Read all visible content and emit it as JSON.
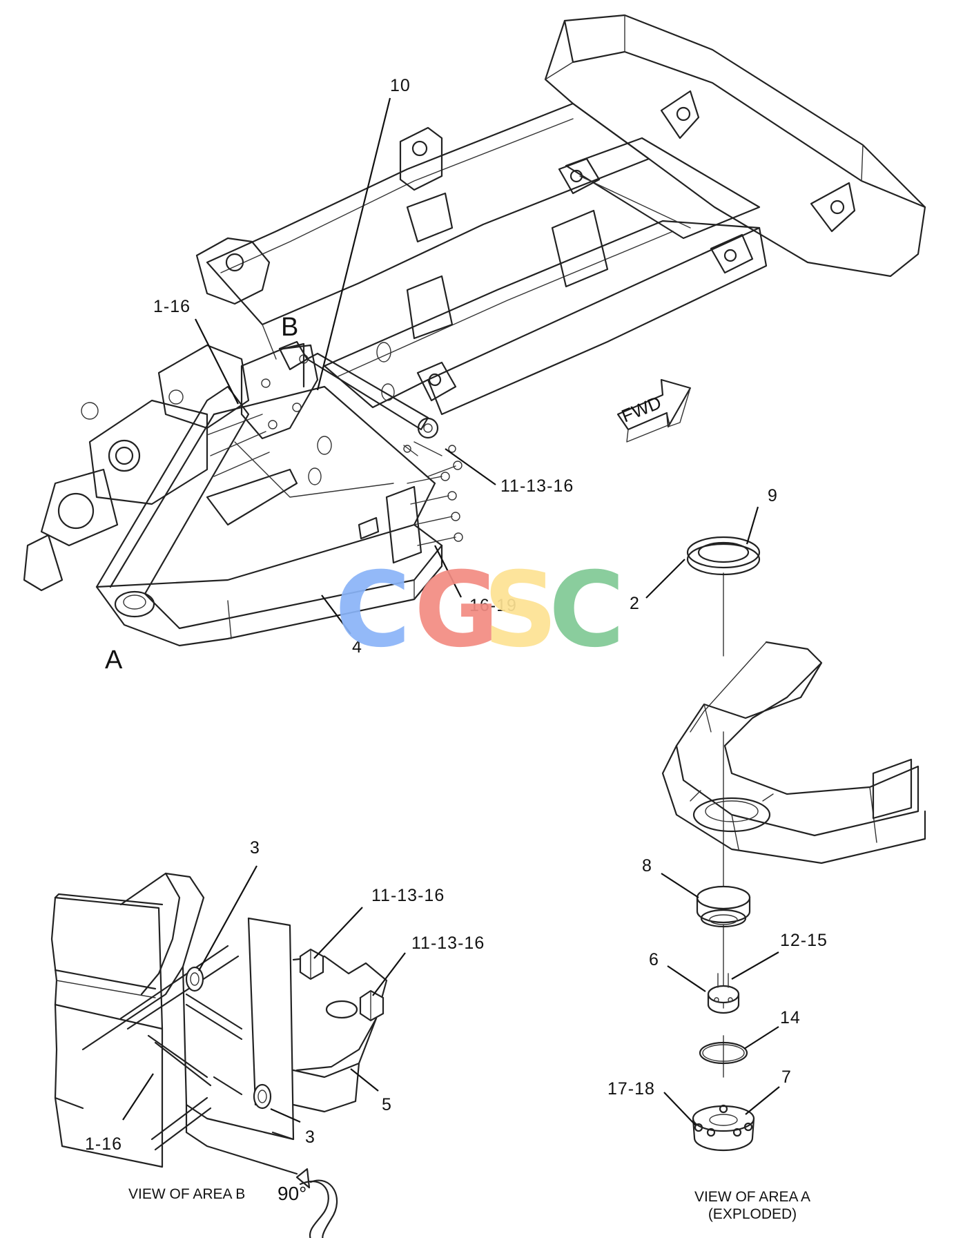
{
  "callouts": {
    "c10": "10",
    "c1_16_top": "1-16",
    "c11_13_16_main": "11-13-16",
    "c16_19": "16-19",
    "c4": "4",
    "c9": "9",
    "c2": "2",
    "c8": "8",
    "c12_15": "12-15",
    "c6": "6",
    "c14": "14",
    "c17_18": "17-18",
    "c7": "7",
    "c3_top": "3",
    "c11_13_16_b1": "11-13-16",
    "c11_13_16_b2": "11-13-16",
    "c5": "5",
    "c3_bottom": "3",
    "c1_16_bottom": "1-16"
  },
  "area_labels": {
    "a": "A",
    "b": "B"
  },
  "fwd_label": "FWD",
  "captions": {
    "view_b": "VIEW OF AREA  B",
    "rotation": "90°",
    "view_a_line1": "VIEW OF AREA  A",
    "view_a_line2": "(EXPLODED)"
  },
  "watermark": {
    "letters": [
      "C",
      "G",
      "S",
      "C"
    ],
    "colors": [
      "#8ab4f8",
      "#f28b82",
      "#fde293",
      "#81c995"
    ]
  }
}
